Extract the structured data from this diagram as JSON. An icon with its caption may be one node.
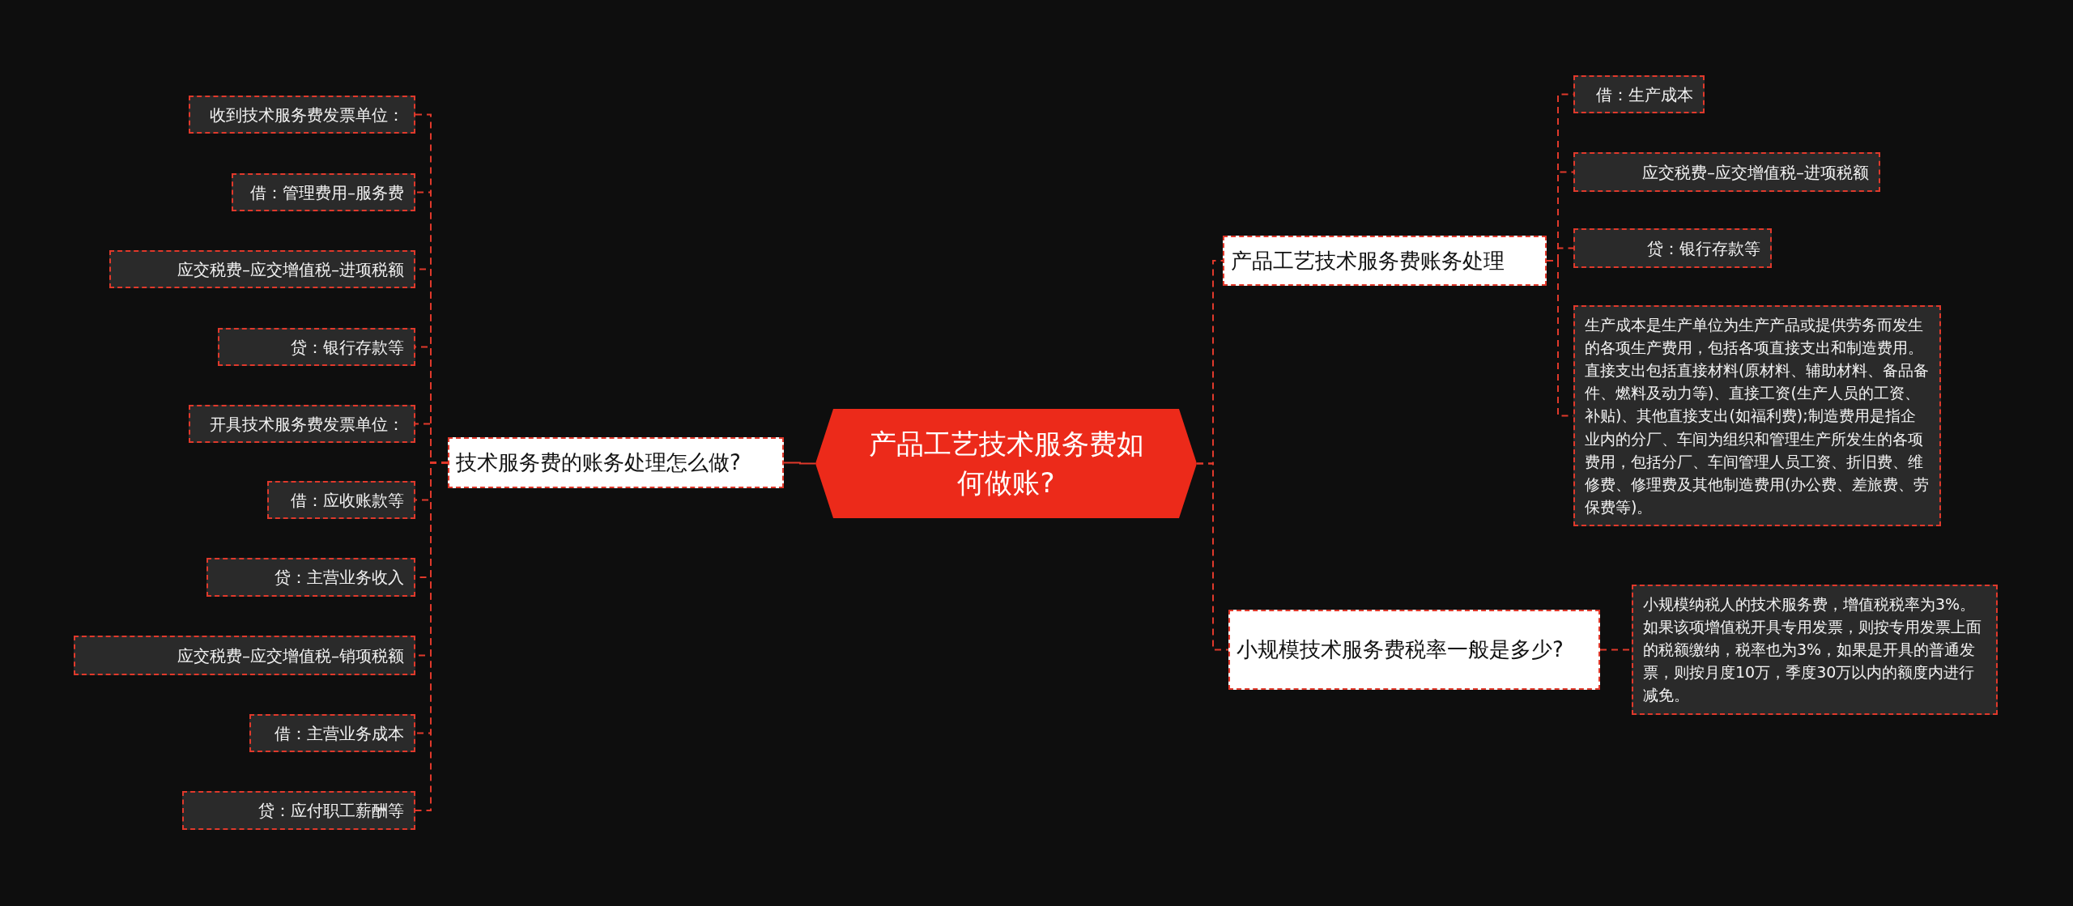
{
  "diagram": {
    "nodes": [
      {
        "text": [
          "产品工艺技术服务费如何做账?"
        ]
      },
      {
        "text": [
          "技术服务费的账务处理怎么做?"
        ]
      },
      {
        "text": [
          "收到技术服务费发票单位："
        ]
      },
      {
        "text": [
          "借：管理费用–服务费"
        ]
      },
      {
        "text": [
          "应交税费–应交增值税–进项税额"
        ]
      },
      {
        "text": [
          "贷：银行存款等"
        ]
      },
      {
        "text": [
          "开具技术服务费发票单位："
        ]
      },
      {
        "text": [
          "借：应收账款等"
        ]
      },
      {
        "text": [
          "贷：主营业务收入"
        ]
      },
      {
        "text": [
          "应交税费–应交增值税–销项税额"
        ]
      },
      {
        "text": [
          "借：主营业务成本"
        ]
      },
      {
        "text": [
          "贷：应付职工薪酬等"
        ]
      },
      {
        "text": [
          "产品工艺技术服务费账务处理"
        ]
      },
      {
        "text": [
          "借：生产成本"
        ]
      },
      {
        "text": [
          "应交税费–应交增值税–进项税额"
        ]
      },
      {
        "text": [
          "贷：银行存款等"
        ]
      },
      {
        "text": [
          "生产成本是生产单位为生产产品或提供劳务而发生的各项生产费用，包括各项直接支出和制造费用。直接支出包括直接材料(原材料、辅助材料、备品备件、燃料及动力等)、直接工资(生产人员的工资、补贴)、其他直接支出(如福利费);制造费用是指企业内的分厂、车间为组织和管理生产所发生的各项费用，包括分厂、车间管理人员工资、折旧费、维修费、修理费及其他制造费用(办公费、差旅费、劳保费等)。"
        ]
      },
      {
        "text": [
          "小规模技术服务费税率一般是多少?"
        ]
      },
      {
        "text": [
          "小规模纳税人的技术服务费，增值税税率为3%。如果该项增值税开具专用发票，则按专用发票上面的税额缴纳，税率也为3%，如果是开具的普通发票，则按月度10万，季度30万以内的额度内进行减免。"
        ]
      }
    ],
    "edges": [
      {
        "from": 0,
        "to": 1,
        "arrow": "none"
      },
      {
        "from": 0,
        "to": 12,
        "arrow": "none",
        "style": "dashed"
      },
      {
        "from": 0,
        "to": 17,
        "arrow": "none",
        "style": "dashed"
      },
      {
        "from": 1,
        "to": 2,
        "arrow": "none",
        "style": "dashed"
      },
      {
        "from": 1,
        "to": 3,
        "arrow": "none",
        "style": "dashed"
      },
      {
        "from": 1,
        "to": 4,
        "arrow": "none",
        "style": "dashed"
      },
      {
        "from": 1,
        "to": 5,
        "arrow": "none",
        "style": "dashed"
      },
      {
        "from": 1,
        "to": 6,
        "arrow": "none",
        "style": "dashed"
      },
      {
        "from": 1,
        "to": 7,
        "arrow": "none",
        "style": "dashed"
      },
      {
        "from": 1,
        "to": 8,
        "arrow": "none",
        "style": "dashed"
      },
      {
        "from": 1,
        "to": 9,
        "arrow": "none",
        "style": "dashed"
      },
      {
        "from": 1,
        "to": 10,
        "arrow": "none",
        "style": "dashed"
      },
      {
        "from": 1,
        "to": 11,
        "arrow": "none",
        "style": "dashed"
      },
      {
        "from": 12,
        "to": 13,
        "arrow": "none",
        "style": "dashed"
      },
      {
        "from": 12,
        "to": 14,
        "arrow": "none",
        "style": "dashed"
      },
      {
        "from": 12,
        "to": 15,
        "arrow": "none",
        "style": "dashed"
      },
      {
        "from": 12,
        "to": 16,
        "arrow": "none",
        "style": "dashed"
      },
      {
        "from": 17,
        "to": 18,
        "arrow": "none",
        "style": "dashed"
      }
    ]
  }
}
